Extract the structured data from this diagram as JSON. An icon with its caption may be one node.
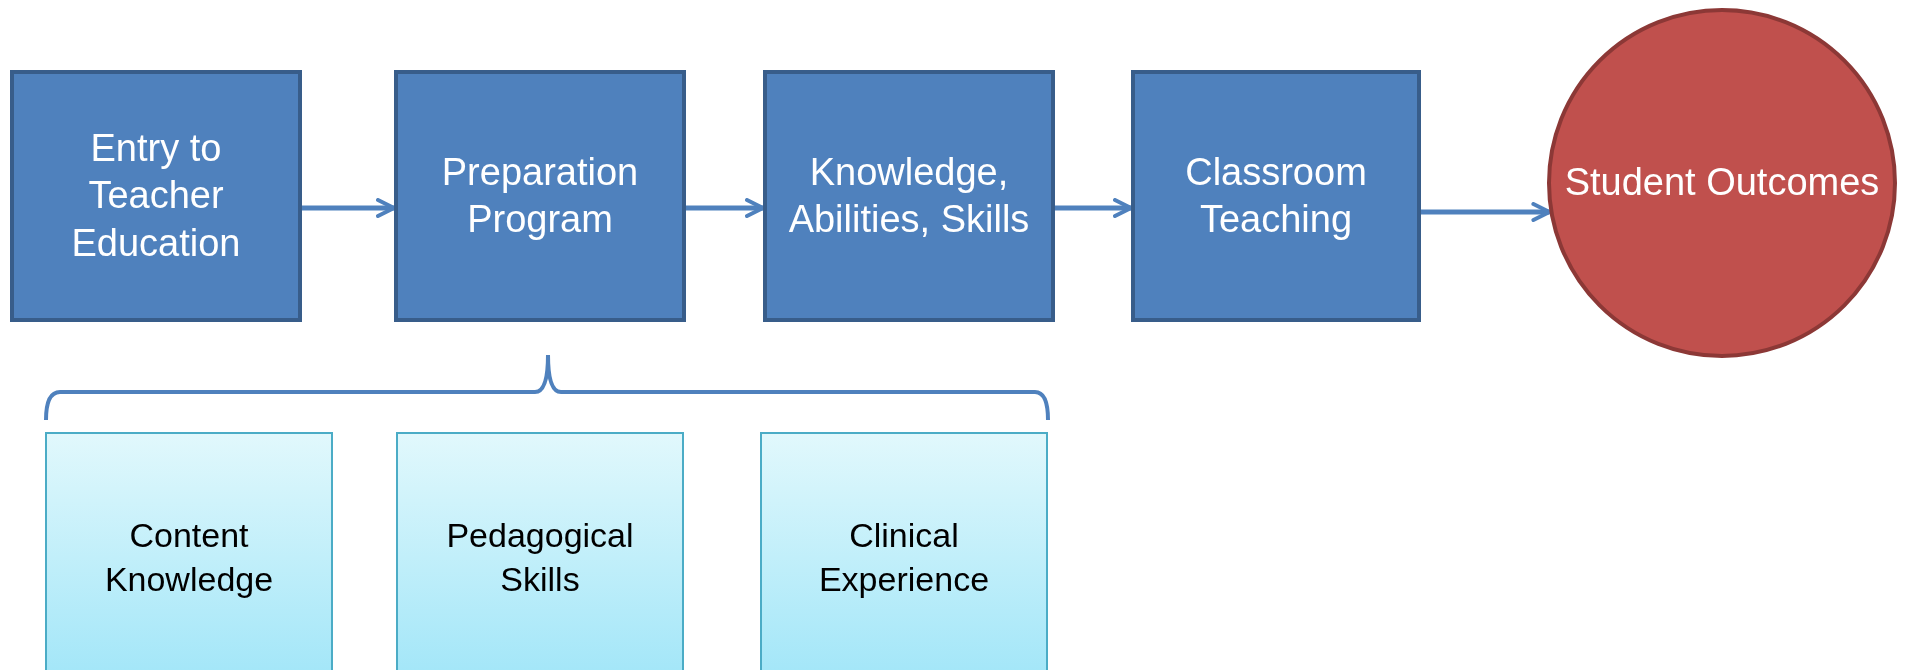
{
  "diagram": {
    "nodes": [
      {
        "text": [
          "Entry to Teacher Education"
        ]
      },
      {
        "text": [
          "Preparation Program"
        ]
      },
      {
        "text": [
          "Knowledge, Abilities, Skills"
        ]
      },
      {
        "text": [
          "Classroom Teaching"
        ]
      },
      {
        "text": [
          "Student Outcomes"
        ]
      },
      {
        "text": [
          "Content Knowledge"
        ]
      },
      {
        "text": [
          "Pedagogical Skills"
        ]
      },
      {
        "text": [
          "Clinical Experience"
        ]
      }
    ],
    "edges": [
      {
        "from": 0,
        "to": 1,
        "arrow": "to"
      },
      {
        "from": 1,
        "to": 2,
        "arrow": "to"
      },
      {
        "from": 2,
        "to": 3,
        "arrow": "to"
      },
      {
        "from": 3,
        "to": 4,
        "arrow": "to"
      }
    ]
  }
}
